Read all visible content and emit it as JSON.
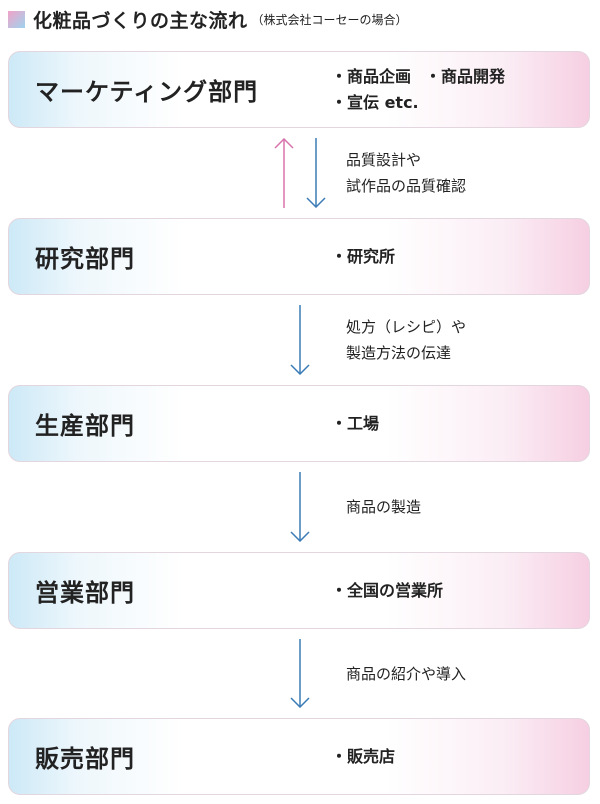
{
  "title": {
    "main": "化粧品づくりの主な流れ",
    "sub": "（株式会社コーセーの場合）"
  },
  "colors": {
    "blue_arrow": "#3b7bb6",
    "pink_arrow": "#d873ab"
  },
  "departments": [
    {
      "name": "マーケティング部門",
      "items": [
        [
          "・商品企画",
          "・商品開発"
        ],
        [
          "・宣伝 etc."
        ]
      ]
    },
    {
      "name": "研究部門",
      "items": [
        [
          "・研究所"
        ]
      ]
    },
    {
      "name": "生産部門",
      "items": [
        [
          "・工場"
        ]
      ]
    },
    {
      "name": "営業部門",
      "items": [
        [
          "・全国の営業所"
        ]
      ]
    },
    {
      "name": "販売部門",
      "items": [
        [
          "・販売店"
        ]
      ]
    }
  ],
  "flows": [
    {
      "lines": [
        "品質設計や",
        "試作品の品質確認"
      ],
      "bidirectional": true
    },
    {
      "lines": [
        "処方（レシピ）や",
        "製造方法の伝達"
      ],
      "bidirectional": false
    },
    {
      "lines": [
        "商品の製造"
      ],
      "bidirectional": false
    },
    {
      "lines": [
        "商品の紹介や導入"
      ],
      "bidirectional": false
    }
  ]
}
